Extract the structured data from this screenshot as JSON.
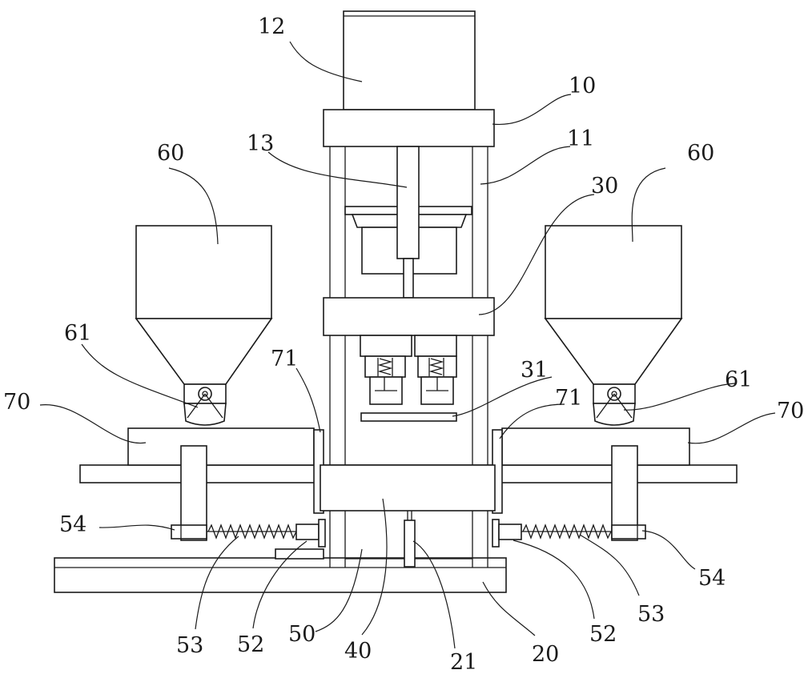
{
  "labels": {
    "l12": "12",
    "l10": "10",
    "l11": "11",
    "l13": "13",
    "l30": "30",
    "l60_left": "60",
    "l60_right": "60",
    "l61_left": "61",
    "l61_right": "61",
    "l71_left": "71",
    "l71_right": "71",
    "l70_left": "70",
    "l70_right": "70",
    "l31": "31",
    "l54_left": "54",
    "l54_right": "54",
    "l53_left": "53",
    "l53_right": "53",
    "l52_left": "52",
    "l52_right": "52",
    "l50": "50",
    "l40": "40",
    "l21": "21",
    "l20": "20"
  },
  "colors": {
    "line": "#1a1a1a",
    "background": "#ffffff"
  }
}
